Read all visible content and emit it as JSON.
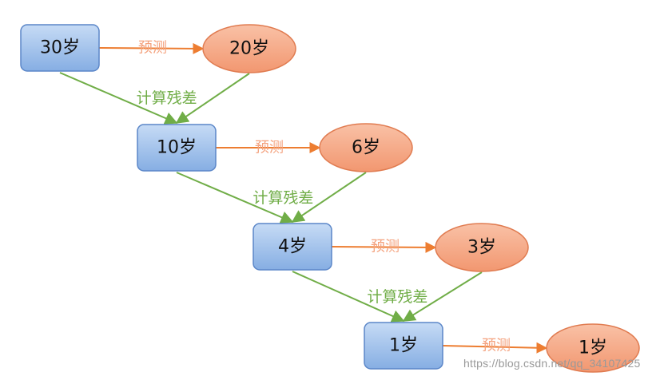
{
  "colors": {
    "box_fill_top": "#C6DBF5",
    "box_fill_bottom": "#86AEE3",
    "box_stroke": "#5B86C8",
    "ellipse_fill_top": "#F9C1A6",
    "ellipse_fill_bottom": "#F29770",
    "ellipse_stroke": "#E07B50",
    "predict_arrow": "#ED7D31",
    "predict_text": "#F4A27E",
    "residual_arrow": "#70AD47",
    "residual_text": "#70AD47",
    "node_text": "#111111",
    "watermark": "#999999"
  },
  "stages": [
    {
      "input": "30岁",
      "prediction": "20岁",
      "predict_label": "预测",
      "residual_label": "计算残差"
    },
    {
      "input": "10岁",
      "prediction": "6岁",
      "predict_label": "预测",
      "residual_label": "计算残差"
    },
    {
      "input": "4岁",
      "prediction": "3岁",
      "predict_label": "预测",
      "residual_label": "计算残差"
    },
    {
      "input": "1岁",
      "prediction": "1岁",
      "predict_label": "预测"
    }
  ],
  "watermark": "https://blog.csdn.net/qq_34107425"
}
